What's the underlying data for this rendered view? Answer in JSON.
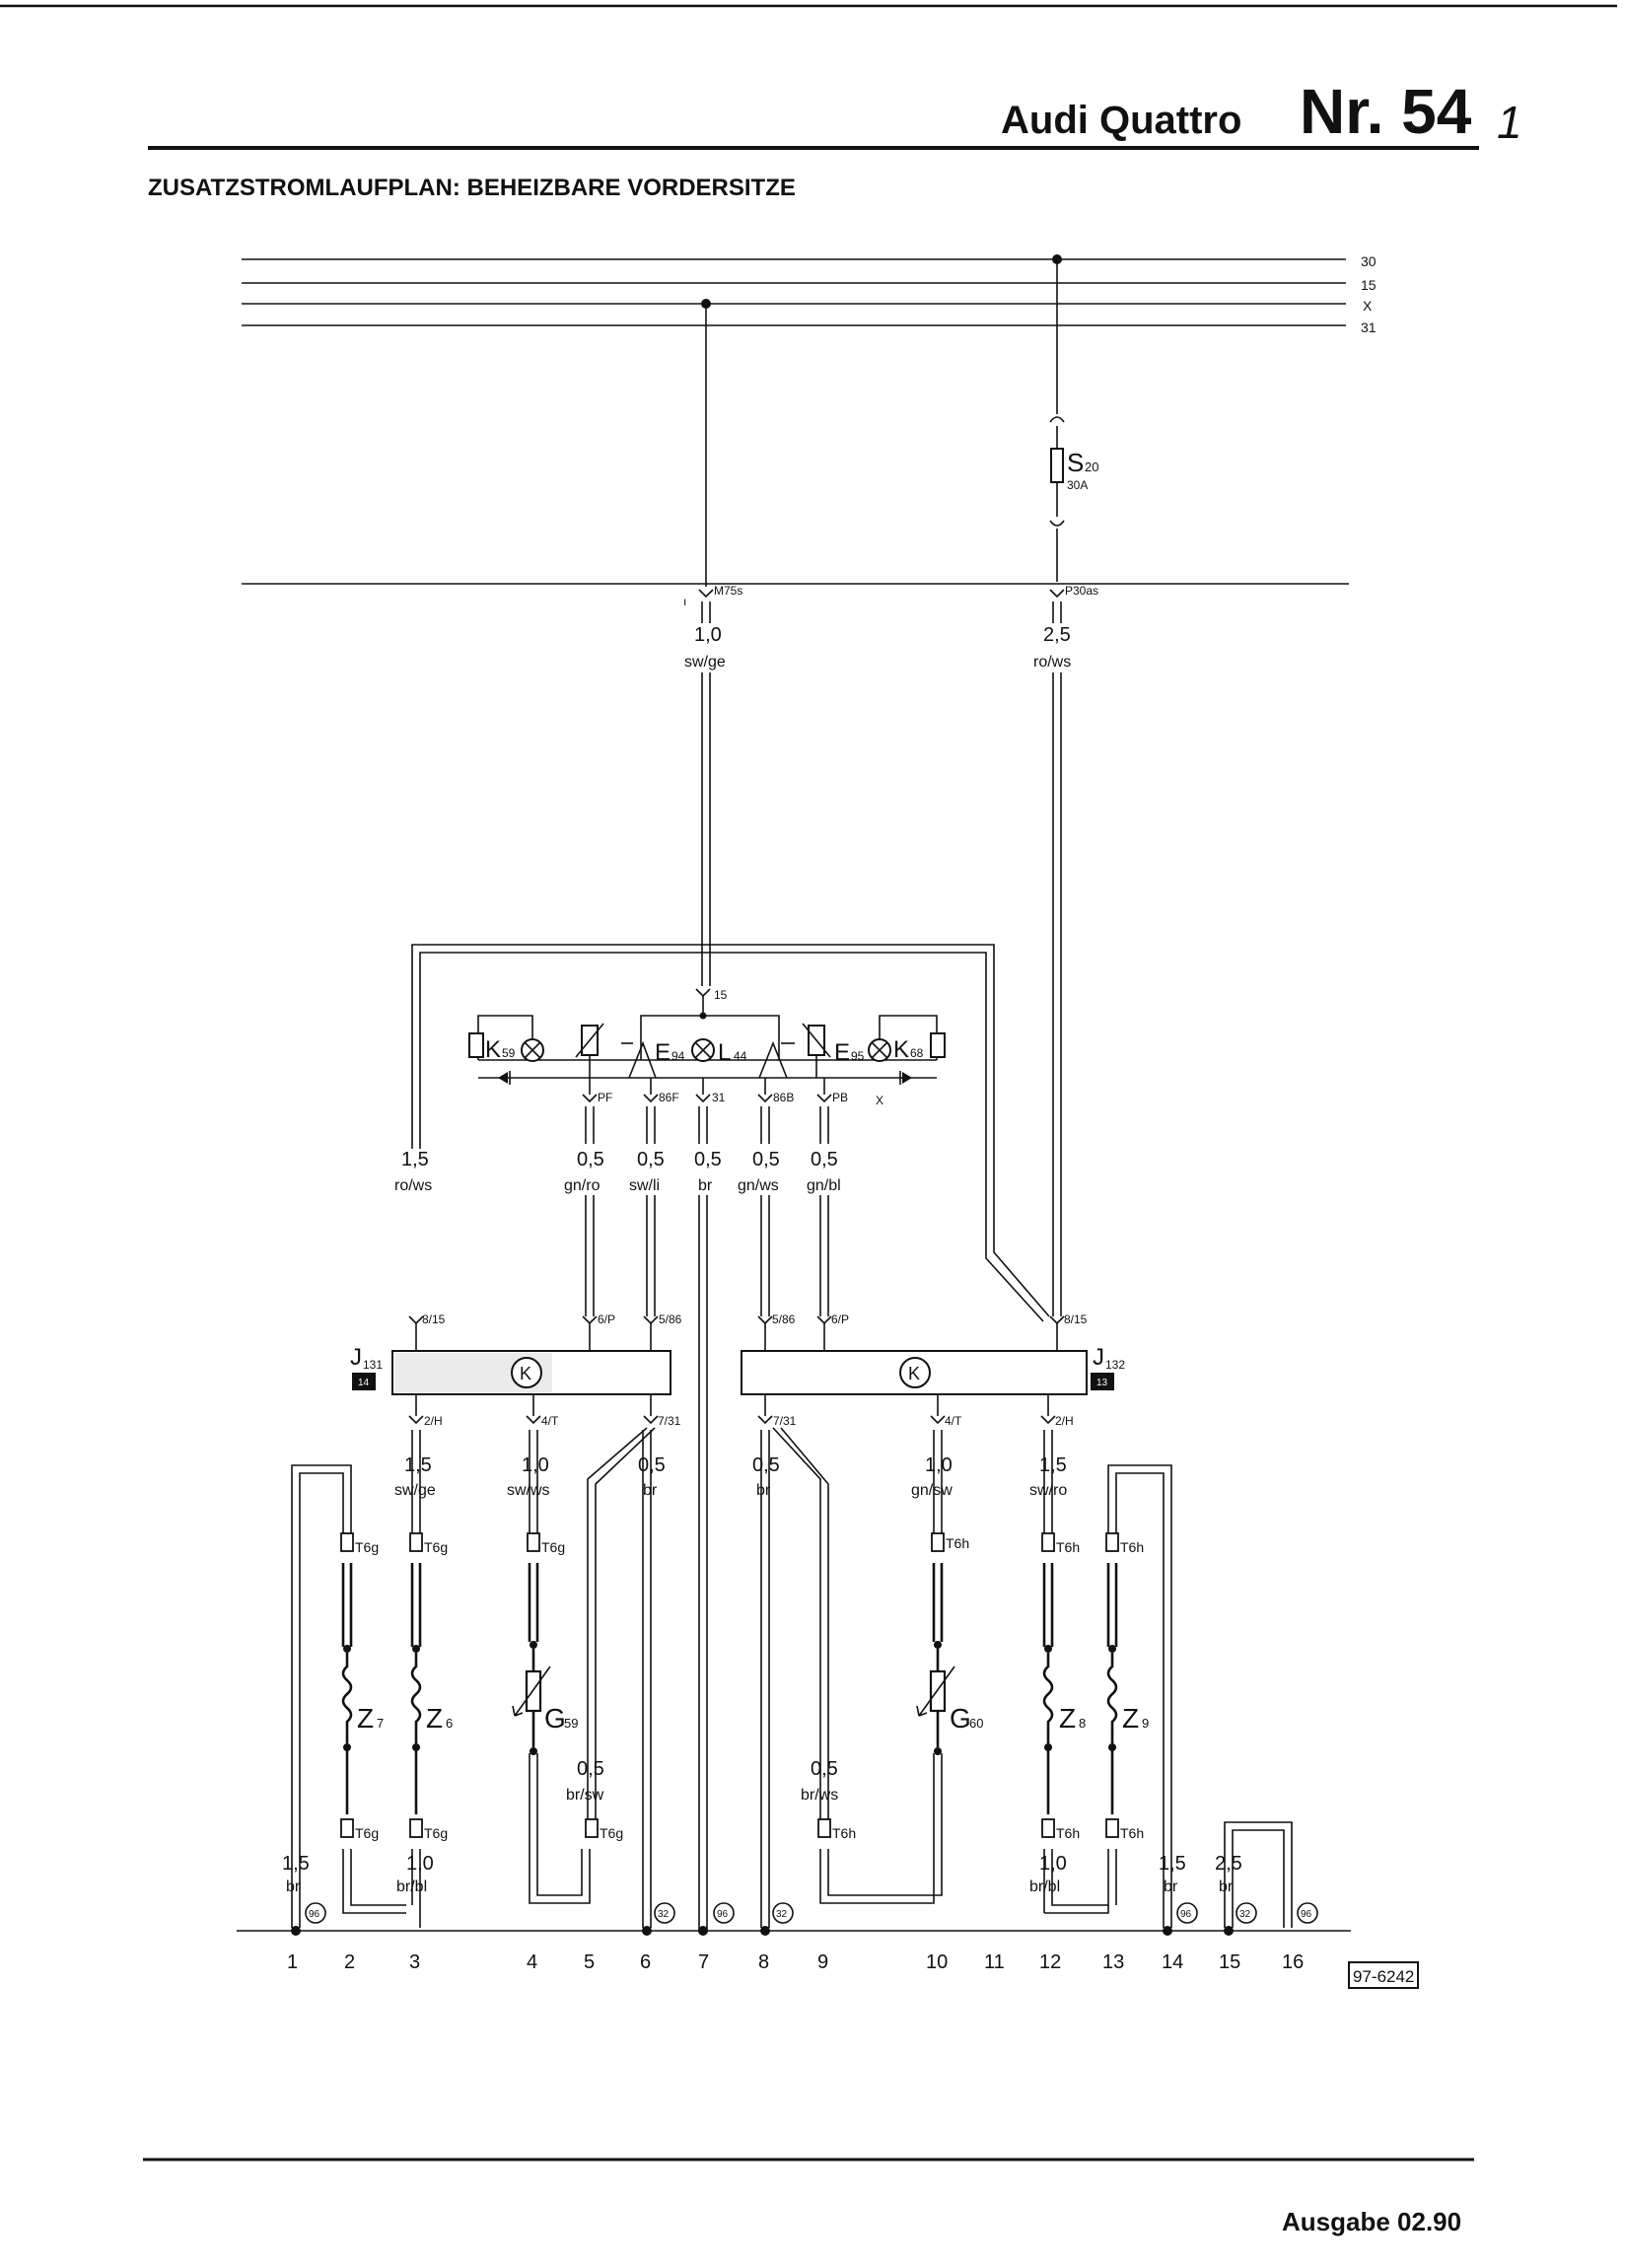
{
  "header": {
    "model": "Audi Quattro",
    "number": "Nr. 54",
    "mark": "1",
    "title": "ZUSATZSTROMLAUFPLAN: BEHEIZBARE VORDERSITZE"
  },
  "buses": [
    "30",
    "15",
    "X",
    "31"
  ],
  "fuse": {
    "name": "S",
    "sub": "20",
    "rating": "30A"
  },
  "connectors_top": {
    "left": "M75s",
    "right": "P30as"
  },
  "wires_top": {
    "left": {
      "size": "1,0",
      "color": "sw/ge"
    },
    "right": {
      "size": "2,5",
      "color": "ro/ws"
    }
  },
  "switch_pins": {
    "p15": "15",
    "pf": "PF",
    "p86f": "86F",
    "p31": "31",
    "p86b": "86B",
    "pb": "PB",
    "px": "X"
  },
  "switch": {
    "k59": "K",
    "k59s": "59",
    "e94": "E",
    "e94s": "94",
    "l44": "L",
    "l44s": "44",
    "e95": "E",
    "e95s": "95",
    "k68": "K",
    "k68s": "68"
  },
  "mid_wires": {
    "a": {
      "size": "1,5",
      "color": "ro/ws"
    },
    "b": {
      "size": "0,5",
      "color": "gn/ro"
    },
    "c": {
      "size": "0,5",
      "color": "sw/li"
    },
    "d": {
      "size": "0,5",
      "color": "br"
    },
    "e": {
      "size": "0,5",
      "color": "gn/ws"
    },
    "f": {
      "size": "0,5",
      "color": "gn/bl"
    }
  },
  "relay_pins": {
    "l_815": "8/15",
    "l_6p": "6/P",
    "l_586": "5/86",
    "r_586": "5/86",
    "r_6p": "6/P",
    "r_815": "8/15",
    "l_2h": "2/H",
    "l_4t": "4/T",
    "l_731": "7/31",
    "r_731": "7/31",
    "r_4t": "4/T",
    "r_2h": "2/H"
  },
  "relays": {
    "j131": "J",
    "j131s": "131",
    "j131b": "14",
    "j132": "J",
    "j132s": "132",
    "j132b": "13",
    "k": "K"
  },
  "low_wires": {
    "l2h": {
      "size": "1,5",
      "color": "sw/ge"
    },
    "l4t": {
      "size": "1,0",
      "color": "sw/ws"
    },
    "l731": {
      "size": "0,5",
      "color": "br"
    },
    "r731": {
      "size": "0,5",
      "color": "br"
    },
    "r4t": {
      "size": "1,0",
      "color": "gn/sw"
    },
    "r2h": {
      "size": "1,5",
      "color": "sw/ro"
    }
  },
  "connectors": {
    "t6g": "T6g",
    "t6h": "T6h"
  },
  "elements": {
    "z7": "Z",
    "z7s": "7",
    "z6": "Z",
    "z6s": "6",
    "g59": "G",
    "g59s": "59",
    "g60": "G",
    "g60s": "60",
    "z8": "Z",
    "z8s": "8",
    "z9": "Z",
    "z9s": "9"
  },
  "bottom_wires": {
    "w1": {
      "size": "1,5",
      "color": "br"
    },
    "w3": {
      "size": "1,0",
      "color": "br/bl"
    },
    "w5": {
      "size": "0,5",
      "color": "br/sw"
    },
    "w9": {
      "size": "0,5",
      "color": "br/ws"
    },
    "w12": {
      "size": "1,0",
      "color": "br/bl"
    },
    "w14": {
      "size": "1,5",
      "color": "br"
    },
    "w15": {
      "size": "2,5",
      "color": "br"
    }
  },
  "grounds": {
    "g96": "96",
    "g32": "32"
  },
  "track_numbers": [
    "1",
    "2",
    "3",
    "4",
    "5",
    "6",
    "7",
    "8",
    "9",
    "10",
    "11",
    "12",
    "13",
    "14",
    "15",
    "16"
  ],
  "diagram_code": "97-6242",
  "footer": "Ausgabe 02.90"
}
